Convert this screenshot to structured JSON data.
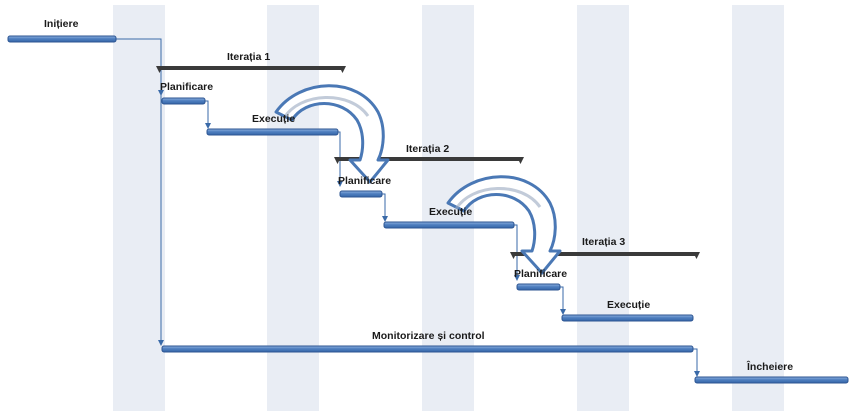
{
  "diagram": {
    "colors": {
      "task_bar": "#4f7fbf",
      "task_bar_edge": "#2d5592",
      "summary_bar": "#3a3a3a",
      "connector": "#3a6aa8",
      "weekend_shade": "#e9edf4",
      "cycle_arrow_fill": "#ffffff",
      "cycle_arrow_edge": "#4a78b5"
    },
    "tasks": [
      {
        "id": "initiere",
        "label": "Inițiere",
        "kind": "task"
      },
      {
        "id": "iter1",
        "label": "Iterația 1",
        "kind": "summary"
      },
      {
        "id": "plan1",
        "label": "Planificare",
        "kind": "task"
      },
      {
        "id": "exec1",
        "label": "Execuție",
        "kind": "task"
      },
      {
        "id": "iter2",
        "label": "Iterația 2",
        "kind": "summary"
      },
      {
        "id": "plan2",
        "label": "Planificare",
        "kind": "task"
      },
      {
        "id": "exec2",
        "label": "Execuție",
        "kind": "task"
      },
      {
        "id": "iter3",
        "label": "Iterația 3",
        "kind": "summary"
      },
      {
        "id": "plan3",
        "label": "Planificare",
        "kind": "task"
      },
      {
        "id": "exec3",
        "label": "Execuție",
        "kind": "task"
      },
      {
        "id": "monitor",
        "label": "Monitorizare și control",
        "kind": "task"
      },
      {
        "id": "incheiere",
        "label": "Încheiere",
        "kind": "task"
      }
    ],
    "dependencies": [
      [
        "initiere",
        "plan1"
      ],
      [
        "initiere",
        "monitor"
      ],
      [
        "plan1",
        "exec1"
      ],
      [
        "exec1",
        "plan2"
      ],
      [
        "plan2",
        "exec2"
      ],
      [
        "exec2",
        "plan3"
      ],
      [
        "plan3",
        "exec3"
      ],
      [
        "monitor",
        "incheiere"
      ]
    ],
    "cycle_arrows": [
      {
        "from": "exec1",
        "to": "plan2",
        "icon": "curved-loop-arrow-icon"
      },
      {
        "from": "exec2",
        "to": "plan3",
        "icon": "curved-loop-arrow-icon"
      }
    ]
  }
}
